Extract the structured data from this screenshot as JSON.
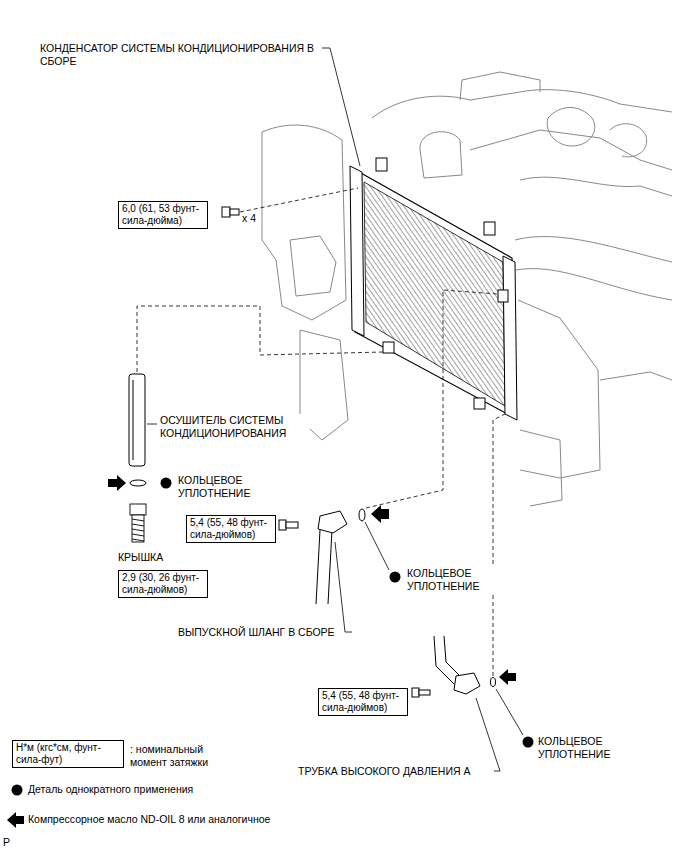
{
  "diagram": {
    "nodes": [
      {
        "text": [
          "6,0 (61, 53 фунт-сила-дюйма)"
        ]
      },
      {
        "text": [
          "5,4 (55, 48 фунт-сила-дюймов)"
        ]
      },
      {
        "text": [
          "2,9 (30, 26 фунт-сила-дюймов)"
        ]
      },
      {
        "text": [
          "5,4 (55, 48 фунт-сила-дюймов)"
        ]
      },
      {
        "text": [
          "Н*м (кгс*см, фунт-сила-фут)"
        ]
      }
    ],
    "labels": [
      "КОНДЕНСАТОР СИСТЕМЫ КОНДИЦИОНИРОВАНИЯ В СБОРЕ",
      "x 4",
      "ОСУШИТЕЛЬ СИСТЕМЫ КОНДИЦИОНИРОВАНИЯ",
      "КОЛЬЦЕВОЕ УПЛОТНЕНИЕ",
      "КРЫШКА",
      "КОЛЬЦЕВОЕ УПЛОТНЕНИЕ",
      "ВЫПУСКНОЙ ШЛАНГ В СБОРЕ",
      "КОЛЬЦЕВОЕ УПЛОТНЕНИЕ",
      "ТРУБКА ВЫСОКОГО ДАВЛЕНИЯ А",
      "P"
    ],
    "legend": [
      {
        "text": ": номинальный момент затяжки"
      },
      {
        "text": "Деталь однократного применения"
      },
      {
        "text": "Компрессорное масло ND-OIL 8 или аналогичное"
      }
    ]
  }
}
